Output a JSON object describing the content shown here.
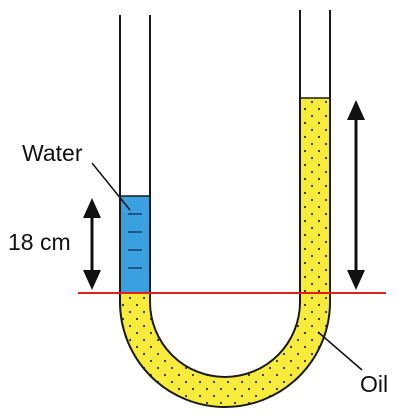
{
  "labels": {
    "water": "Water",
    "water_height": "18 cm",
    "oil": "Oil"
  },
  "colors": {
    "oil_fill": "#f7ec3c",
    "water_fill": "#3aa0e0",
    "reference_line": "#e0201c",
    "tube_outline": "#1a1a1a",
    "text": "#111111"
  }
}
